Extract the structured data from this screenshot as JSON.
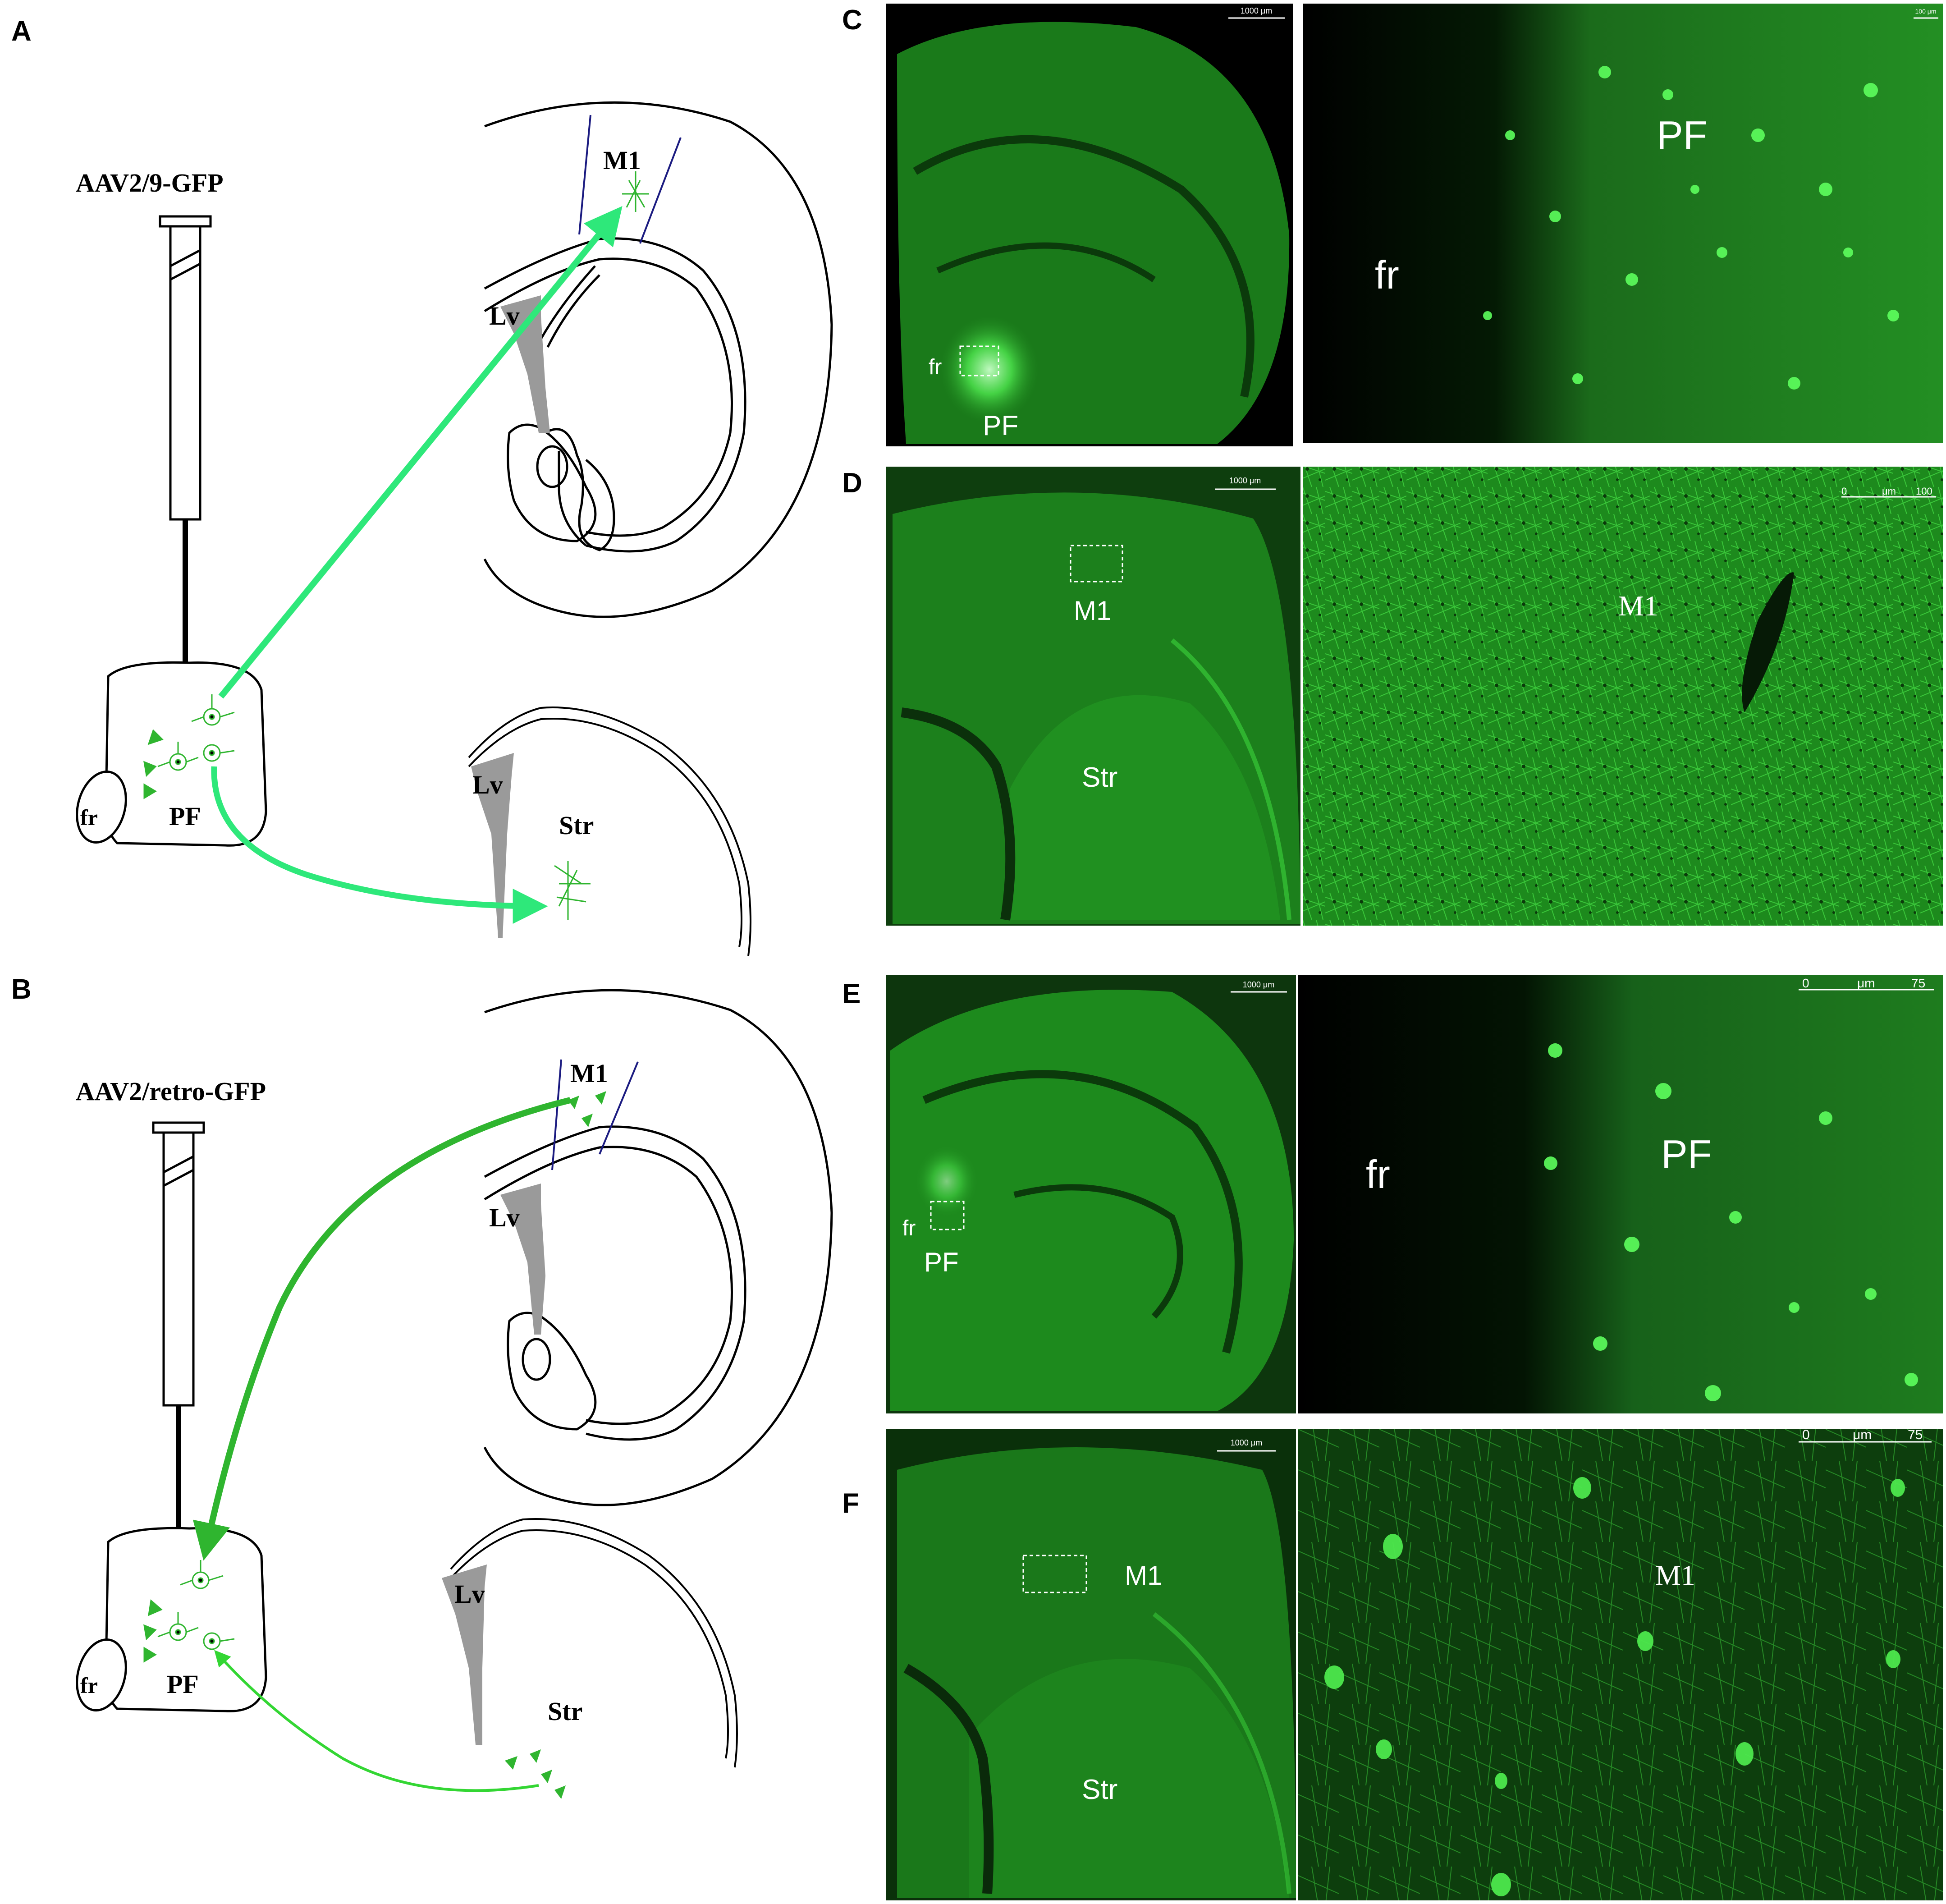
{
  "panels": {
    "A": {
      "letter": "A",
      "virus": "AAV2/9-GFP",
      "labels": {
        "m1": "M1",
        "lv_top": "Lv",
        "lv_bottom": "Lv",
        "str": "Str",
        "fr": "fr",
        "pf": "PF"
      }
    },
    "B": {
      "letter": "B",
      "virus": "AAV2/retro-GFP",
      "labels": {
        "m1": "M1",
        "lv_top": "Lv",
        "lv_bottom": "Lv",
        "str": "Str",
        "fr": "fr",
        "pf": "PF"
      }
    },
    "C": {
      "letter": "C",
      "overview": {
        "fr": "fr",
        "pf": "PF",
        "scale": "1000 μm"
      },
      "zoom": {
        "fr": "fr",
        "pf": "PF",
        "scale": "100 μm"
      }
    },
    "D": {
      "letter": "D",
      "overview": {
        "m1": "M1",
        "str": "Str",
        "scale": "1000 μm"
      },
      "zoom": {
        "m1": "M1",
        "scale_0": "0",
        "scale_unit": "μm",
        "scale_max": "100"
      }
    },
    "E": {
      "letter": "E",
      "overview": {
        "fr": "fr",
        "pf": "PF",
        "scale": "1000 μm"
      },
      "zoom": {
        "fr": "fr",
        "pf": "PF",
        "scale_0": "0",
        "scale_unit": "μm",
        "scale_max": "75"
      }
    },
    "F": {
      "letter": "F",
      "overview": {
        "m1": "M1",
        "str": "Str",
        "scale": "1000 μm"
      },
      "zoom": {
        "m1": "M1",
        "scale_0": "0",
        "scale_unit": "μm",
        "scale_max": "75"
      }
    }
  },
  "colors": {
    "arrow_anterograde": "#2ee87a",
    "arrow_retro": "#2fb52f",
    "arrow_retro_light": "#33d633",
    "ventricle_fill": "#9a9a9a",
    "micrograph_dark": "#0b2c08",
    "micrograph_bright": "#2ecc2e"
  }
}
